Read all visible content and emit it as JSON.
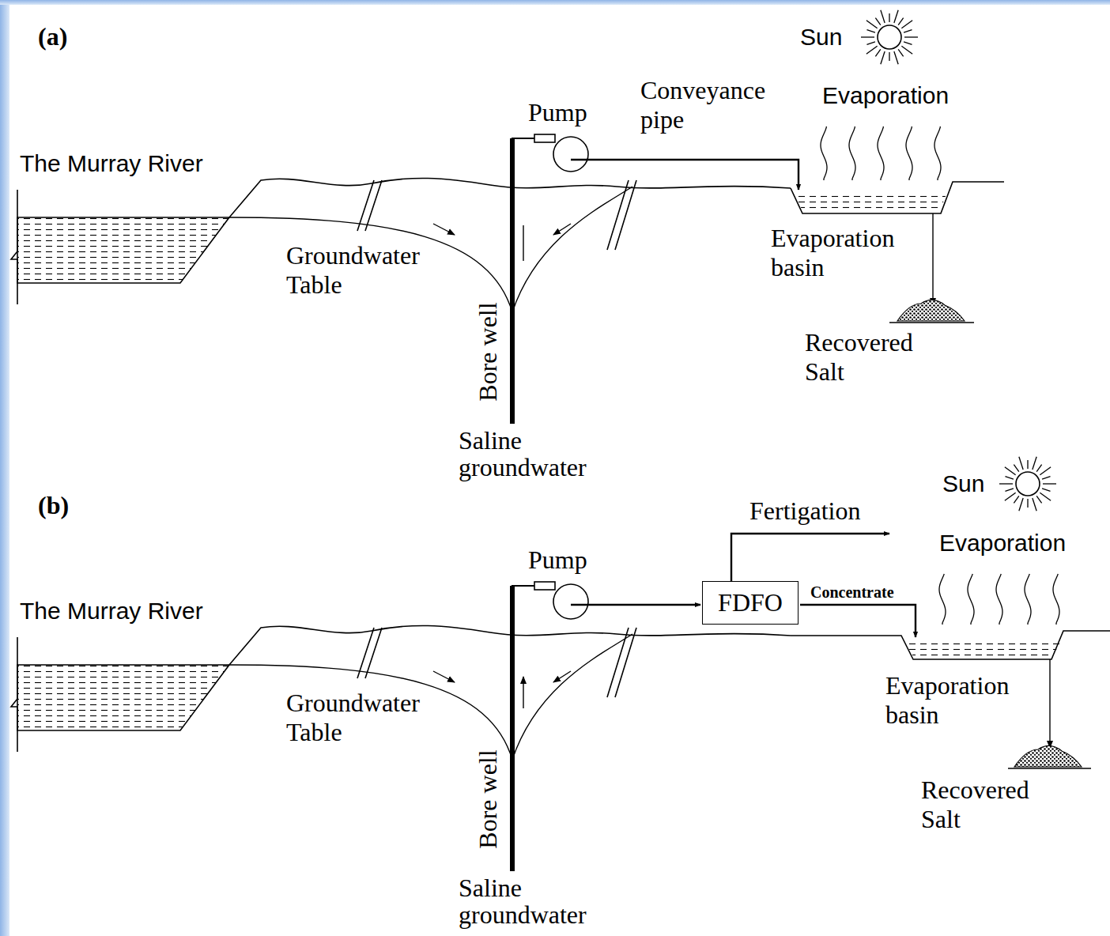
{
  "diagram": {
    "nodes": [
      {
        "text": [
          "FDFO"
        ]
      }
    ],
    "labels": [
      "(a)",
      "The Murray River",
      "Pump",
      "Conveyance pipe",
      "Sun",
      "Evaporation",
      "Groundwater Table",
      "Bore well",
      "Saline groundwater",
      "Evaporation basin",
      "Recovered Salt",
      "(b)",
      "The Murray River",
      "Pump",
      "Fertigation",
      "Sun",
      "Evaporation",
      "Concentrate",
      "Groundwater Table",
      "Bore well",
      "Saline groundwater",
      "Evaporation basin",
      "Recovered Salt"
    ]
  }
}
